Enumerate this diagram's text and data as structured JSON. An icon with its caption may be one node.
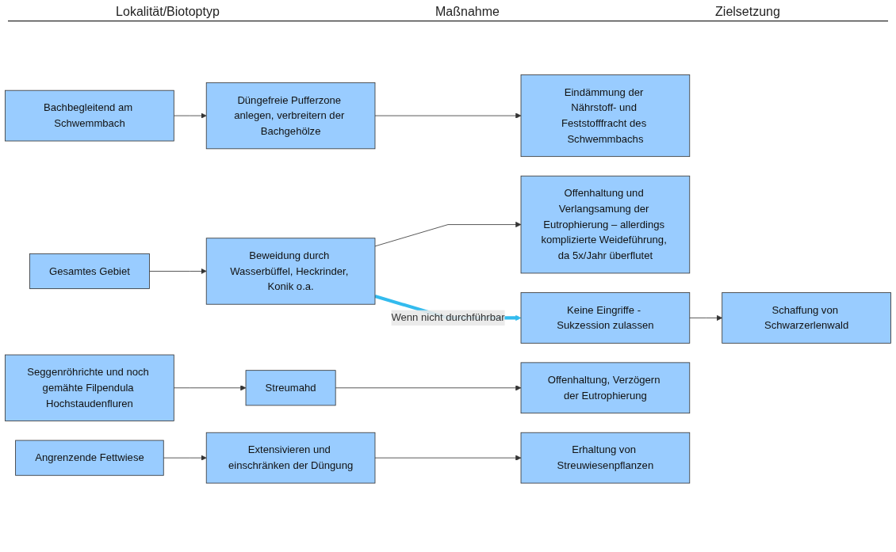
{
  "diagram": {
    "nodes": [
      {
        "text": [
          "Bachbegleitend am Schwemmbach"
        ]
      },
      {
        "text": [
          "Düngefreie Pufferzone anlegen, verbreitern der Bachgehölze"
        ]
      },
      {
        "text": [
          "Eindämmung der Nährstoff- und Feststofffracht des Schwemmbachs"
        ]
      },
      {
        "text": [
          "Gesamtes Gebiet"
        ]
      },
      {
        "text": [
          "Beweidung durch Wasserbüffel, Heckrinder, Konik o.a."
        ]
      },
      {
        "text": [
          "Offenhaltung und Verlangsamung der Eutrophierung – allerdings komplizierte Weideführung, da 5x/Jahr überflutet"
        ]
      },
      {
        "text": [
          "Keine Eingriffe - Sukzession zulassen"
        ]
      },
      {
        "text": [
          "Schaffung von Schwarzerlenwald"
        ]
      },
      {
        "text": [
          "Seggenröhrichte und noch gemähte Filpendula Hochstaudenfluren"
        ]
      },
      {
        "text": [
          "Streumahd"
        ]
      },
      {
        "text": [
          "Offenhaltung, Verzögern der Eutrophierung"
        ]
      },
      {
        "text": [
          "Angrenzende Fettwiese"
        ]
      },
      {
        "text": [
          "Extensivieren und einschränken der Düngung"
        ]
      },
      {
        "text": [
          "Erhaltung von Streuwiesenpflanzen"
        ]
      }
    ],
    "edges": [
      {
        "from": 0,
        "to": 1,
        "arrow": "to"
      },
      {
        "from": 1,
        "to": 2,
        "arrow": "to"
      },
      {
        "from": 3,
        "to": 4,
        "arrow": "to"
      },
      {
        "from": 4,
        "to": 5,
        "arrow": "to"
      },
      {
        "from": 4,
        "to": 6,
        "arrow": "to",
        "label": "Wenn nicht durchführbar",
        "style": "thick",
        "color": "#33bbee"
      },
      {
        "from": 6,
        "to": 7,
        "arrow": "to"
      },
      {
        "from": 8,
        "to": 9,
        "arrow": "to"
      },
      {
        "from": 9,
        "to": 10,
        "arrow": "to"
      },
      {
        "from": 11,
        "to": 12,
        "arrow": "to"
      },
      {
        "from": 12,
        "to": 13,
        "arrow": "to"
      }
    ],
    "labels": [
      "Lokalität/Biotoptyp",
      "Maßnahme",
      "Zielsetzung"
    ]
  }
}
